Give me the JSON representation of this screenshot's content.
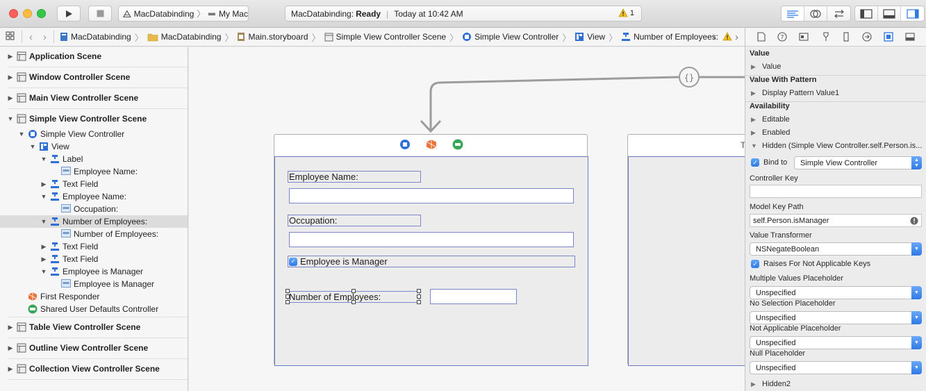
{
  "toolbar": {
    "scheme_target": "MacDatabinding",
    "scheme_device": "My Mac",
    "status_project": "MacDatabinding:",
    "status_state": "Ready",
    "status_time": "Today at 10:42 AM",
    "warning_count": "1"
  },
  "jumpbar": {
    "crumbs": [
      "MacDatabinding",
      "MacDatabinding",
      "Main.storyboard",
      "Simple View Controller Scene",
      "Simple View Controller",
      "View",
      "Number of Employees:"
    ]
  },
  "outline": {
    "scenes": [
      "Application Scene",
      "Window Controller Scene",
      "Main View Controller Scene",
      "Simple View Controller Scene",
      "Table View Controller Scene",
      "Outline View Controller Scene",
      "Collection View Controller Scene"
    ],
    "simple_vc": "Simple View Controller",
    "view": "View",
    "items": [
      "Label",
      "Employee Name:",
      "Text Field",
      "Employee Name:",
      "Occupation:",
      "Number of Employees:",
      "Number of Employees:",
      "Text Field",
      "Text Field",
      "Employee is Manager",
      "Employee is Manager"
    ],
    "first_responder": "First Responder",
    "shared_defaults": "Shared User Defaults Controller"
  },
  "canvas": {
    "employee_name_label": "Employee Name:",
    "occupation_label": "Occupation:",
    "manager_checkbox_label": "Employee is Manager",
    "num_employees_label": "Number of Employees:",
    "second_vc_title_fragment": "T"
  },
  "inspector": {
    "sec_value": "Value",
    "row_value": "Value",
    "sec_value_pattern": "Value With Pattern",
    "row_display_pattern": "Display Pattern Value1",
    "sec_availability": "Availability",
    "row_editable": "Editable",
    "row_enabled": "Enabled",
    "row_hidden": "Hidden (Simple View Controller.self.Person.is...",
    "bind_to_label": "Bind to",
    "bind_to_value": "Simple View Controller",
    "controller_key_label": "Controller Key",
    "controller_key_value": "",
    "model_key_path_label": "Model Key Path",
    "model_key_path_value": "self.Person.isManager",
    "value_transformer_label": "Value Transformer",
    "value_transformer_value": "NSNegateBoolean",
    "raises_label": "Raises For Not Applicable Keys",
    "multiple_values_label": "Multiple Values Placeholder",
    "multiple_values_value": "Unspecified",
    "no_selection_label": "No Selection Placeholder",
    "no_selection_value": "Unspecified",
    "not_applicable_label": "Not Applicable Placeholder",
    "not_applicable_value": "Unspecified",
    "null_label": "Null Placeholder",
    "null_value": "Unspecified",
    "row_hidden2": "Hidden2"
  },
  "colors": {
    "selection_border": "#6b79c2",
    "accent_blue": "#2f7ae5",
    "warning_yellow": "#f4c020"
  }
}
